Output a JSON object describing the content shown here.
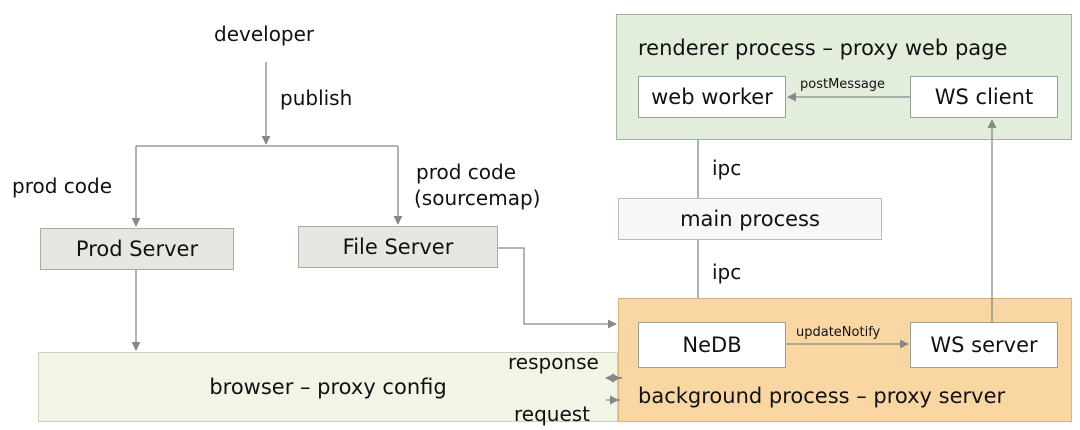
{
  "colors": {
    "renderer_fill": "#e3eddc",
    "main_fill": "#f5f8f4",
    "server_fill": "#e5e7e1",
    "browser_fill": "#f1f5e6",
    "background_fill": "#fad7a2",
    "line": "#888888"
  },
  "labels": {
    "developer": "developer",
    "publish": "publish",
    "prod_code_left": "prod code",
    "prod_code_right_line1": "prod code",
    "prod_code_right_line2": "(sourcemap)",
    "ipc_top": "ipc",
    "ipc_bottom": "ipc",
    "post_message": "postMessage",
    "update_notify": "updateNotify",
    "response": "response",
    "request": "request"
  },
  "boxes": {
    "renderer_title": "renderer process – proxy web page",
    "web_worker": "web worker",
    "ws_client": "WS client",
    "main_process": "main process",
    "prod_server": "Prod Server",
    "file_server": "File Server",
    "nedb": "NeDB",
    "ws_server": "WS server",
    "browser": "browser – proxy config",
    "background_title": "background process – proxy server"
  }
}
